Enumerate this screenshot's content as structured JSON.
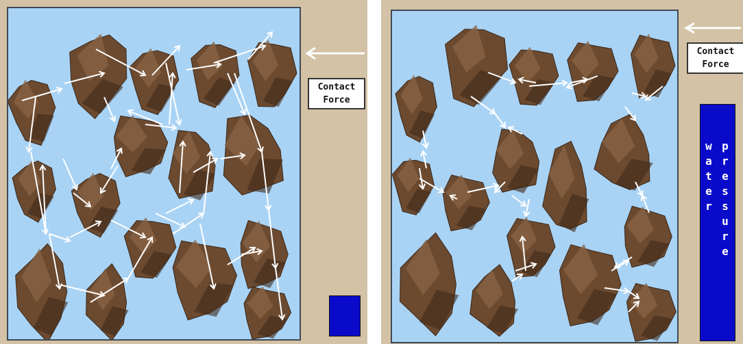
{
  "panels": [
    {
      "name": "left",
      "label_line1": "Contact",
      "label_line2": "Force"
    },
    {
      "name": "right",
      "label_line1": "Contact",
      "label_line2": "Force",
      "water_word": "water",
      "pressure_word": "pressure"
    }
  ],
  "colors": {
    "background": "#d3c2a5",
    "water": "#a9d3f5",
    "grain": "#6b4a30",
    "arrow": "#ffffff",
    "pressure_fill": "#0a0acb"
  }
}
